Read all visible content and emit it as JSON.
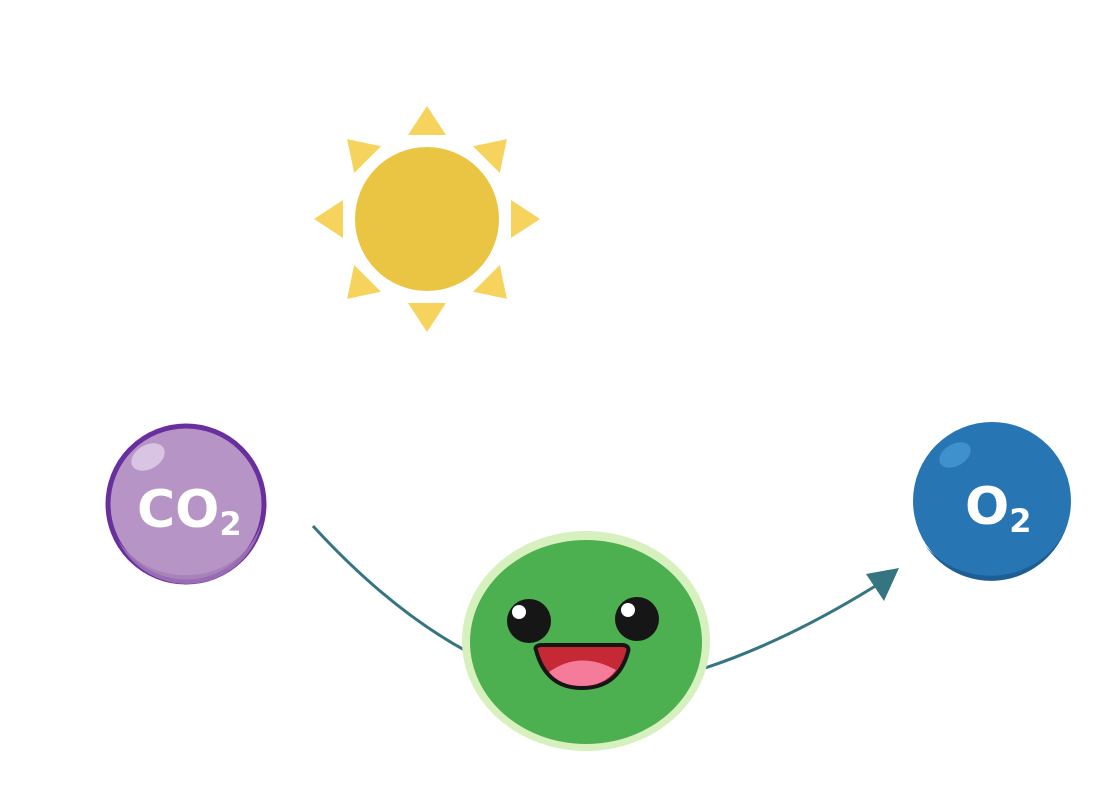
{
  "molecules": {
    "co2": {
      "symbol": "CO",
      "subscript": "2",
      "fill_color": "#B695C6",
      "border_color": "#6A2F9E"
    },
    "o2": {
      "symbol": "O",
      "subscript": "2",
      "fill_color": "#2775B3",
      "shade_color": "#1E5E93"
    }
  },
  "sun": {
    "icon": "sun-icon",
    "core_color": "#EAC443",
    "ray_color": "#F6D35C"
  },
  "cell": {
    "icon": "smiling-cell-icon",
    "body_color": "#4CAF50",
    "halo_color": "#D6F0BE",
    "mouth_color": "#C62835",
    "tongue_color": "#F47C9A"
  },
  "arrows": {
    "color": "#357581"
  }
}
